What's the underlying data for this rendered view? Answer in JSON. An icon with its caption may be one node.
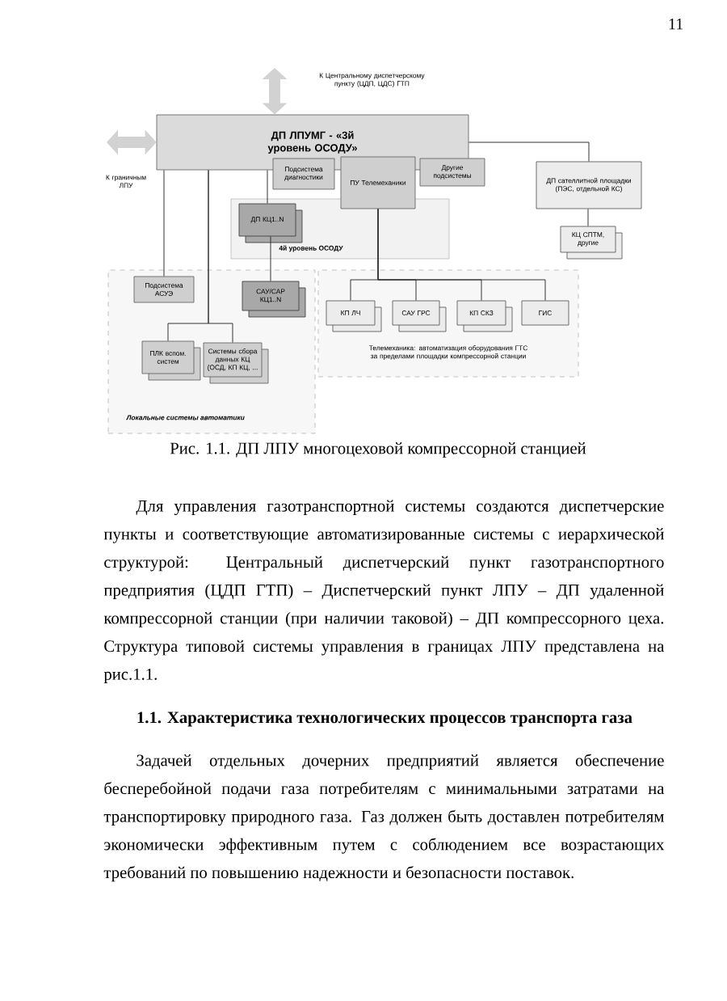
{
  "diagram": {
    "caption": "Рис.    1.1.   ДП ЛПУ многоцеховой компрессорной станцией",
    "nodes": [
      {
        "text": [
          "ДП ЛПУМГ - «3й уровень ОСОДУ»"
        ]
      },
      {
        "text": [
          "Подсистема диагностики"
        ]
      },
      {
        "text": [
          "ПУ Телемеханики"
        ]
      },
      {
        "text": [
          "Другие подсистемы"
        ]
      },
      {
        "text": [
          "ДП сателлитной площадки (ПЭС, отдельной КС)"
        ]
      },
      {
        "text": [
          "4й уровень ОСОДУ"
        ]
      },
      {
        "text": [
          "ДП КЦ1..N"
        ],
        "in": 5
      },
      {
        "text": [
          "КЦ СПТМ, другие"
        ]
      },
      {
        "text": [
          "Локальные системы автоматики"
        ]
      },
      {
        "text": [
          "Подсистема АСУЭ"
        ],
        "in": 8
      },
      {
        "text": [
          "САУ/САР КЦ1..N"
        ],
        "in": 8
      },
      {
        "text": [
          "ПЛК вспом. систем"
        ],
        "in": 8
      },
      {
        "text": [
          "Системы сбора данных КЦ (ОСД, КП КЦ, ..."
        ],
        "in": 8
      },
      {
        "text": [
          "Телемеханика: автоматизация оборудования ГТС за пределами площадки компрессорной станции"
        ]
      },
      {
        "text": [
          "КП ЛЧ"
        ],
        "in": 13
      },
      {
        "text": [
          "САУ ГРС"
        ],
        "in": 13
      },
      {
        "text": [
          "КП СКЗ"
        ],
        "in": 13
      },
      {
        "text": [
          "ГИС"
        ],
        "in": 13
      }
    ],
    "edges": [
      {
        "from": 0,
        "to": null,
        "arrow": "both",
        "style": "thick",
        "color": "#d2d2d2"
      },
      {
        "from": 0,
        "to": null,
        "arrow": "both",
        "style": "thick",
        "color": "#d2d2d2"
      },
      {
        "from": 0,
        "to": 9,
        "arrow": "none"
      },
      {
        "from": 0,
        "to": 11,
        "arrow": "none"
      },
      {
        "from": 0,
        "to": 12,
        "arrow": "none"
      },
      {
        "from": 0,
        "to": 6,
        "arrow": "none"
      },
      {
        "from": 6,
        "to": 10,
        "arrow": "none"
      },
      {
        "from": 2,
        "to": 14,
        "arrow": "none"
      },
      {
        "from": 2,
        "to": 15,
        "arrow": "none"
      },
      {
        "from": 2,
        "to": 16,
        "arrow": "none"
      },
      {
        "from": 2,
        "to": 17,
        "arrow": "none"
      },
      {
        "from": 0,
        "to": 4,
        "arrow": "none"
      },
      {
        "from": 4,
        "to": 7,
        "arrow": "none"
      }
    ],
    "labels": [
      "11",
      "К Центральному диспетчерскому пункту (ЦДП, ЦДС) ГТП",
      "К граничным ЛПУ",
      "Для управления газотранспортной системы создаются диспетчерские пункты и соответствующие автоматизированные системы с иерархической структурой: Центральный диспетчерский пункт газотранспортного предприятия (ЦДП ГТП) – Диспетчерский пункт ЛПУ – ДП удаленной компрессорной станции (при наличии таковой) – ДП компрессорного цеха. Структура типовой системы управления в границах ЛПУ представлена на рис.1.1.",
      "1.1. Характеристика технологических процессов транспорта газа",
      "Задачей отдельных дочерних предприятий является обеспечение бесперебойной подачи газа потребителям с минимальными затратами на транспортировку природного газа. Газ должен быть доставлен потребителям экономически эффективным путем с соблюдением все возрастающих требований по повышению надежности и безопасности поставок."
    ]
  }
}
